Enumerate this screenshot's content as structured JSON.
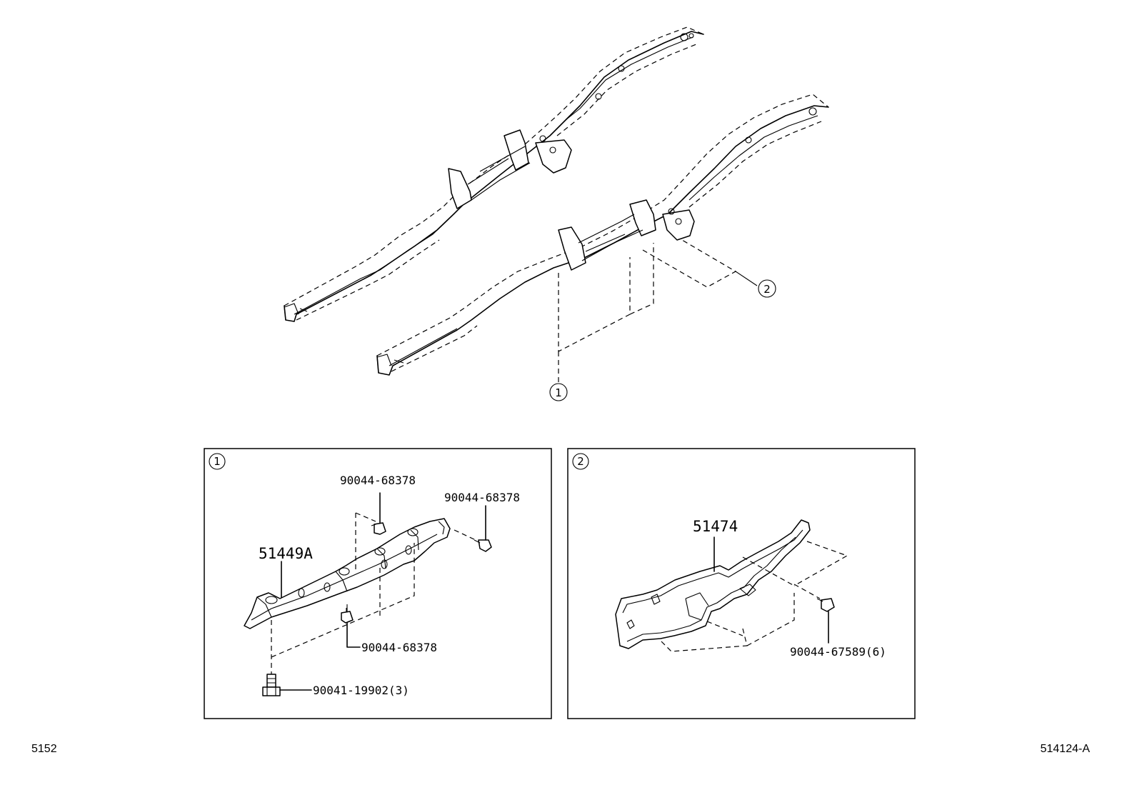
{
  "callouts": {
    "c1": "1",
    "c2": "2"
  },
  "detail_1": {
    "badge": "1",
    "labels": {
      "bracket": "51449A",
      "nut_top": "90044-68378",
      "nut_right": "90044-68378",
      "nut_bottom": "90044-68378",
      "bolt": "90041-19902(3)"
    }
  },
  "detail_2": {
    "badge": "2",
    "labels": {
      "plate": "51474",
      "bolt": "90044-67589(6)"
    }
  },
  "footer": {
    "left_code": "5152",
    "right_code": "514124-A"
  }
}
